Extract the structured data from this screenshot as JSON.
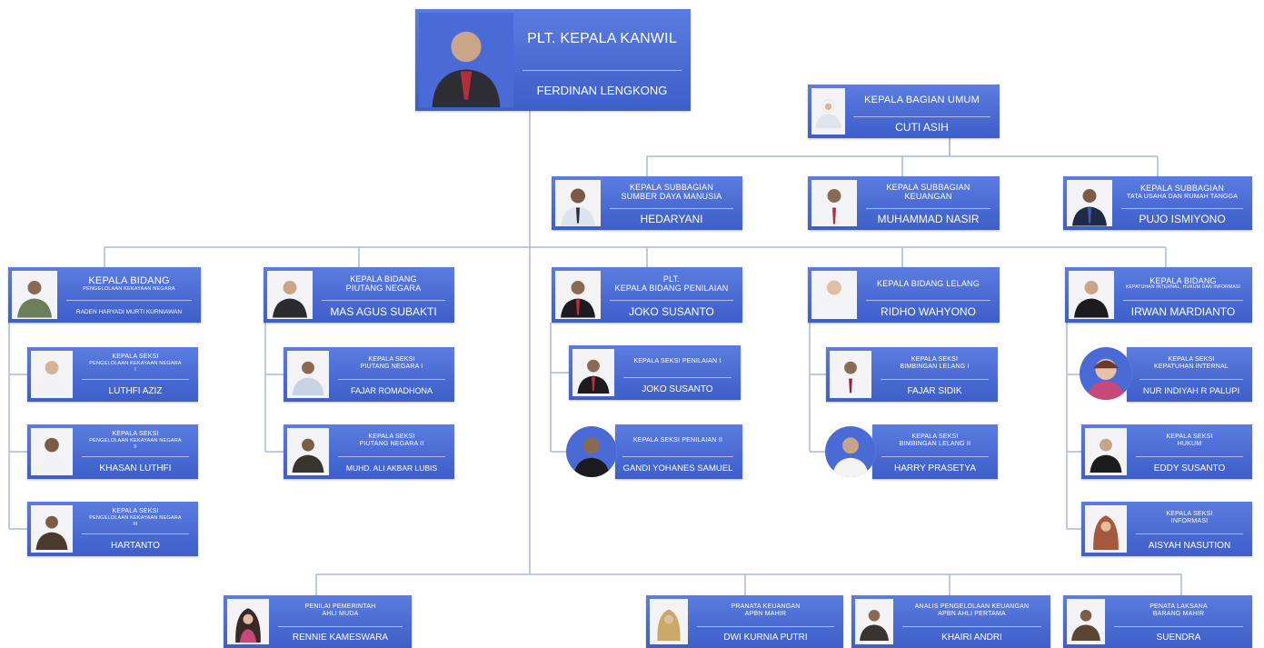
{
  "colors": {
    "card": "#4a6ad6",
    "line": "#a8b8d8"
  },
  "head": {
    "title": "Plt. KEPALA KANWIL",
    "name": "FERDINAN LENGKONG"
  },
  "umum": {
    "head": {
      "title": "KEPALA BAGIAN UMUM",
      "name": "CUTI ASIH"
    },
    "subs": [
      {
        "title": "KEPALA SUBBAGIAN",
        "title2": "SUMBER DAYA MANUSIA",
        "name": "HEDARYANI"
      },
      {
        "title": "KEPALA SUBBAGIAN",
        "title2": "KEUANGAN",
        "name": "MUHAMMAD NASIR"
      },
      {
        "title": "KEPALA SUBBAGIAN",
        "title2": "TATA USAHA DAN RUMAH TANGGA",
        "name": "PUJO ISMIYONO"
      }
    ]
  },
  "bidang": [
    {
      "title": "KEPALA BIDANG",
      "title2": "PENGELOLAAN KEKAYAAN NEGARA",
      "name": "RADEN HARYADI MURTI KURNIAWAN",
      "seksi": [
        {
          "title": "KEPALA SEKSI",
          "title2": "PENGELOLAAN KEKAYAAN NEGARA",
          "title3": "I",
          "name": "LUTHFI AZIZ"
        },
        {
          "title": "KEPALA SEKSI",
          "title2": "PENGELOLAAN KEKAYAAN NEGARA",
          "title3": "II",
          "name": "KHASAN LUTHFI"
        },
        {
          "title": "KEPALA SEKSI",
          "title2": "PENGELOLAAN KEKAYAAN NEGARA",
          "title3": "III",
          "name": "HARTANTO"
        }
      ]
    },
    {
      "title": "KEPALA BIDANG",
      "title2": "PIUTANG NEGARA",
      "name": "MAS AGUS SUBAKTI",
      "seksi": [
        {
          "title": "KEPALA SEKSI",
          "title2": "PIUTANG NEGARA I",
          "name": "FAJAR ROMADHONA"
        },
        {
          "title": "KEPALA SEKSI",
          "title2": "PIUTANG NEGARA II",
          "name": "MUHD. ALI AKBAR LUBIS"
        }
      ]
    },
    {
      "title": "Plt.",
      "title2": "KEPALA BIDANG PENILAIAN",
      "name": "JOKO SUSANTO",
      "seksi": [
        {
          "title": "KEPALA SEKSI PENILAIAN I",
          "name": "JOKO SUSANTO"
        },
        {
          "title": "KEPALA SEKSI PENILAIAN II",
          "name": "GANDI YOHANES SAMUEL"
        }
      ]
    },
    {
      "title": "KEPALA BIDANG LELANG",
      "name": "RIDHO WAHYONO",
      "seksi": [
        {
          "title": "KEPALA SEKSI",
          "title2": "BIMBINGAN LELANG I",
          "name": "FAJAR SIDIK"
        },
        {
          "title": "KEPALA SEKSI",
          "title2": "BIMBINGAN LELANG II",
          "name": "HARRY PRASETYA"
        }
      ]
    },
    {
      "title": "KEPALA BIDANG",
      "title2": "KEPATUHAN INTERNAL, HUKUM DAN INFORMASI",
      "name": "IRWAN MARDIANTO",
      "seksi": [
        {
          "title": "KEPALA SEKSI",
          "title2": "KEPATUHAN INTERNAL",
          "name": "NUR INDIYAH R PALUPI"
        },
        {
          "title": "KEPALA SEKSI",
          "title2": "HUKUM",
          "name": "EDDY SUSANTO"
        },
        {
          "title": "KEPALA SEKSI",
          "title2": "INFORMASI",
          "name": "AISYAH NASUTION"
        }
      ]
    }
  ],
  "fungsional": [
    {
      "title": "PENILAI PEMERINTAH",
      "title2": "AHLI MUDA",
      "name": "RENNIE KAMESWARA"
    },
    {
      "title": "PRANATA KEUANGAN",
      "title2": "APBN MAHIR",
      "name": "DWI KURNIA PUTRI"
    },
    {
      "title": "ANALIS PENGELOLAAN KEUANGAN",
      "title2": "APBN AHLI PERTAMA",
      "name": "KHAIRI ANDRI"
    },
    {
      "title": "PENATA LAKSANA",
      "title2": "BARANG MAHIR",
      "name": "SUENDRA"
    }
  ]
}
